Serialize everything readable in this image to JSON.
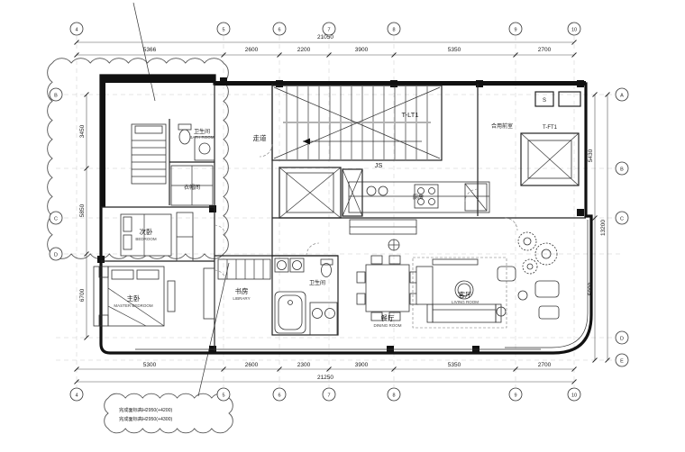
{
  "dims": {
    "top_total": "21050",
    "top": [
      "5366",
      "2600",
      "2200",
      "3900",
      "5350",
      "2700"
    ],
    "bottom": [
      "5300",
      "2600",
      "2300",
      "3900",
      "5350",
      "2700"
    ],
    "bottom_total": "21250",
    "left": [
      "3450",
      "5850",
      "6700"
    ],
    "right": [
      "5430",
      "5900"
    ],
    "right_total": "13200"
  },
  "grid": {
    "top": [
      "4",
      "5",
      "6",
      "7",
      "8",
      "9",
      "10"
    ],
    "bottom": [
      "4",
      "5",
      "6",
      "7",
      "8",
      "9",
      "10"
    ],
    "right": [
      "A",
      "B",
      "C",
      "D",
      "E"
    ],
    "left": [
      "B",
      "C",
      "D"
    ]
  },
  "rooms": {
    "corridor": "走道",
    "shared_lobby": "合用前室",
    "stair": "T-LT1",
    "js": "JS",
    "elevator": "T-FT1",
    "switch": "S",
    "kitchen": "厨房",
    "dining_cn": "餐厅",
    "dining_en": "DINING ROOM",
    "living_cn": "客厅",
    "living_en": "LIVING ROOM",
    "master_cn": "主卧",
    "master_en": "MASTER BEDROOM",
    "bedroom2_cn": "次卧",
    "bedroom2_en": "BEDROOM",
    "library_cn": "书房",
    "library_en": "LIBRARY",
    "bath1_cn": "卫生间",
    "bath1_en": "BATH ROOM",
    "bath2_cn": "卫生间",
    "closet_cn": "衣帽间"
  },
  "notes": {
    "cloud_line1": "完成面标高H2950(+4200)",
    "cloud_line2": "完成面标高H2950(+4300)"
  }
}
